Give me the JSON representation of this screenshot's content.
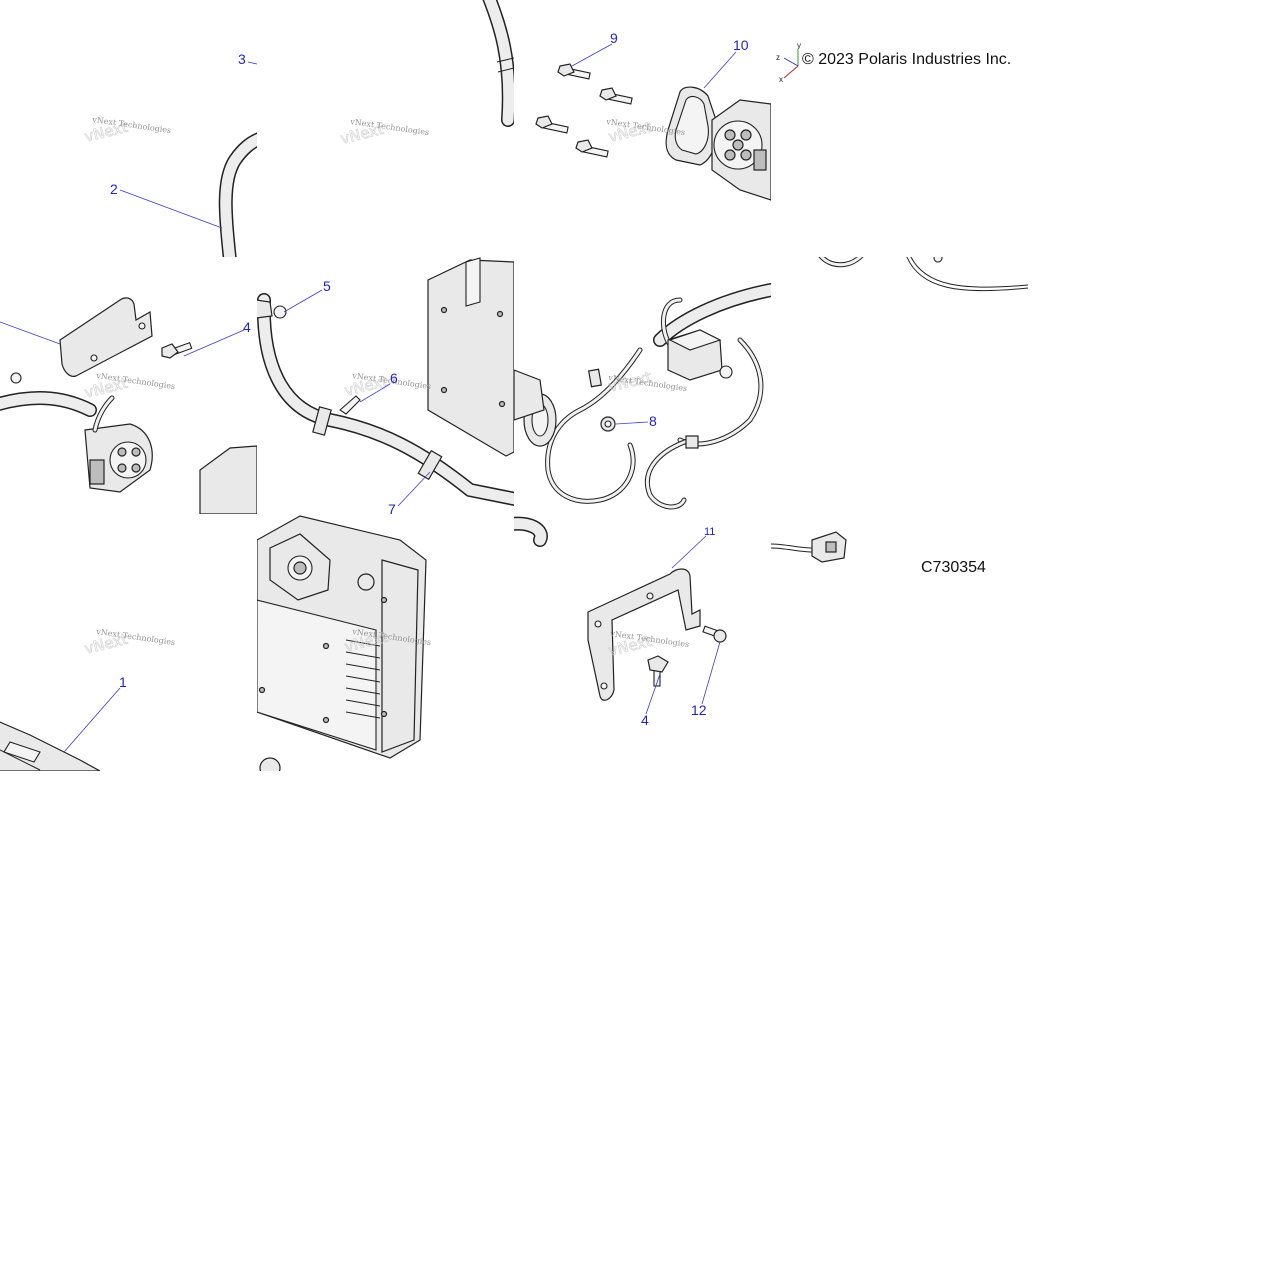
{
  "copyright": "© 2023 Polaris Industries Inc.",
  "drawing_id": "C730354",
  "watermark": "vNext Technologies",
  "axis_labels": {
    "z": "z",
    "y": "y",
    "x": "x"
  },
  "callouts": [
    {
      "id": "callout-1",
      "label": "1"
    },
    {
      "id": "callout-2",
      "label": "2"
    },
    {
      "id": "callout-3",
      "label": "3"
    },
    {
      "id": "callout-4a",
      "label": "4"
    },
    {
      "id": "callout-4b",
      "label": "4"
    },
    {
      "id": "callout-5",
      "label": "5"
    },
    {
      "id": "callout-6",
      "label": "6"
    },
    {
      "id": "callout-7",
      "label": "7"
    },
    {
      "id": "callout-8",
      "label": "8"
    },
    {
      "id": "callout-9",
      "label": "9"
    },
    {
      "id": "callout-10",
      "label": "10"
    },
    {
      "id": "callout-11",
      "label": "11"
    },
    {
      "id": "callout-12",
      "label": "12"
    }
  ]
}
